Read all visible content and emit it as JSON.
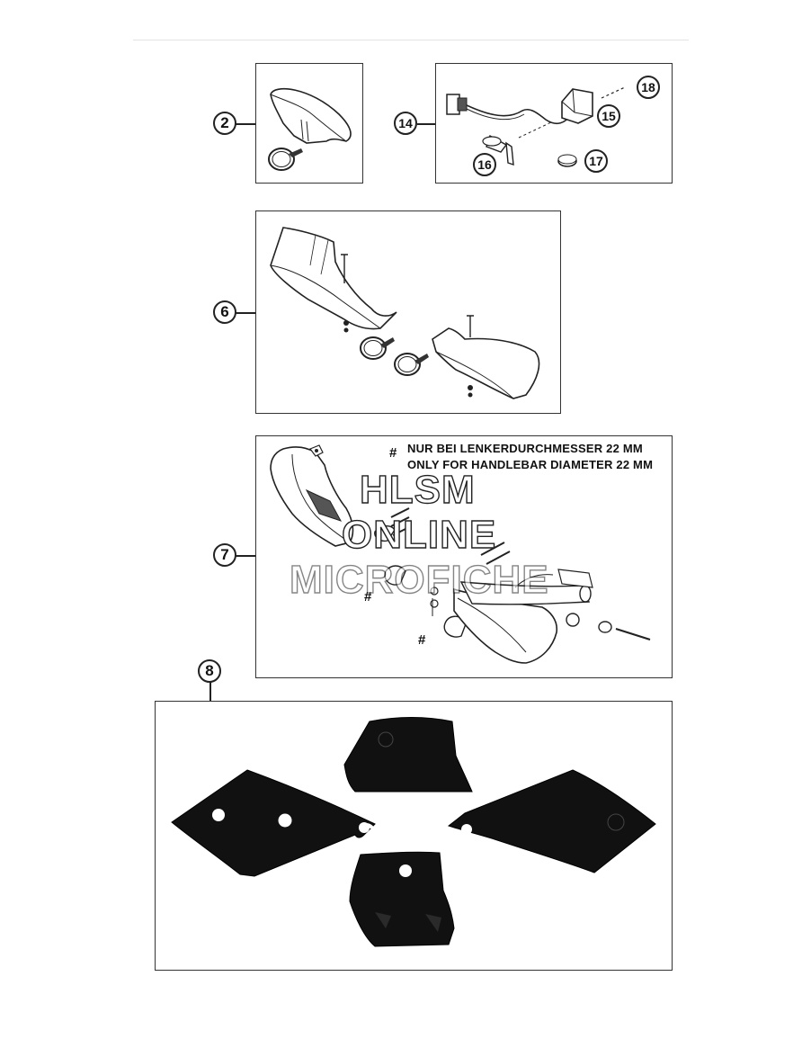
{
  "callouts": {
    "c2": "2",
    "c14": "14",
    "c15": "15",
    "c16": "16",
    "c17": "17",
    "c18": "18",
    "c6": "6",
    "c7": "7",
    "c8": "8"
  },
  "note": {
    "hash": "#",
    "line_de": "NUR BEI LENKERDURCHMESSER 22 MM",
    "line_en": "ONLY FOR HANDLEBAR DIAMETER 22 MM"
  },
  "hash_marks": [
    "#",
    "#"
  ],
  "watermark": {
    "line1": "HLSM",
    "line2": "ONLINE",
    "line3": "MICROFICHE"
  }
}
